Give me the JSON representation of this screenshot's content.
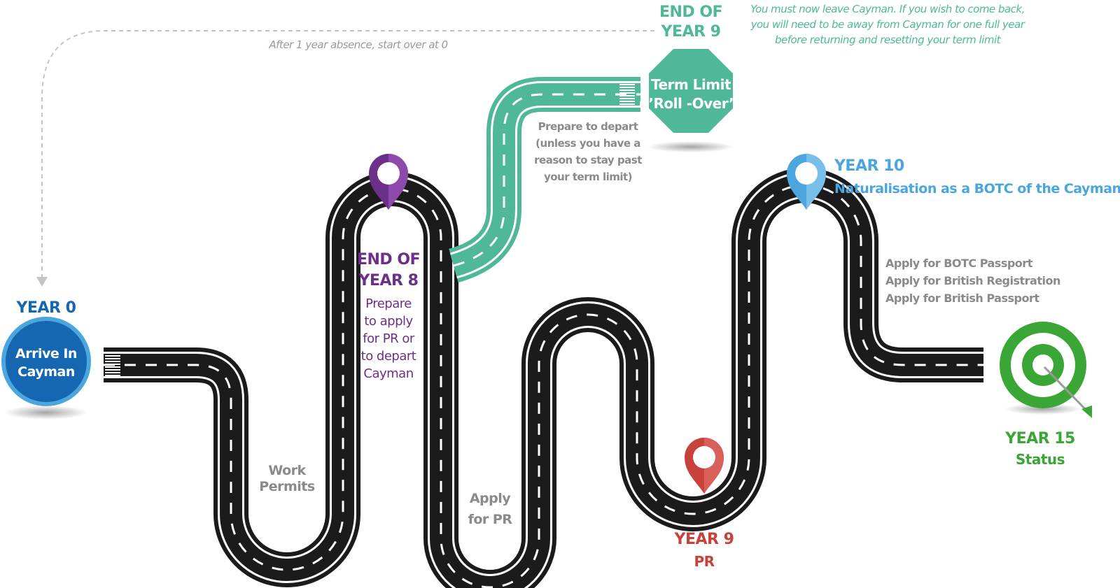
{
  "start": {
    "year": "YEAR 0",
    "circle_line1": "Arrive In",
    "circle_line2": "Cayman"
  },
  "work_permits": {
    "line1": "Work",
    "line2": "Permits"
  },
  "apply_pr": {
    "line1": "Apply",
    "line2": "for PR"
  },
  "end_year8": {
    "title1": "END OF",
    "title2": "YEAR 8",
    "desc": [
      "Prepare",
      "to apply",
      "for PR or",
      "to depart",
      "Cayman"
    ]
  },
  "prepare_depart": [
    "Prepare to depart",
    "(unless you have a",
    "reason to stay past",
    "your term limit)"
  ],
  "end_year9": {
    "title1": "END OF",
    "title2": "YEAR 9",
    "note": [
      "You must now leave Cayman. If you wish to come back,",
      "you will need to be away from Cayman for one full year",
      "before returning and resetting your term limit"
    ]
  },
  "term_limit": {
    "line1": "Term Limit",
    "line2": "(”Roll -Over”)"
  },
  "restart_note": "After 1 year absence, start over at 0",
  "year9_pr": {
    "title": "YEAR 9",
    "sub": "PR"
  },
  "year10": {
    "title": "YEAR 10",
    "sub": "Naturalisation as a BOTC of the Cayman Islands"
  },
  "botc_steps": [
    "Apply for BOTC Passport",
    "Apply for British Registration",
    "Apply for British Passport"
  ],
  "year15": {
    "title": "YEAR 15",
    "sub": "Status"
  },
  "colors": {
    "road": "#1b1b1b",
    "teal": "#4fb898",
    "purple": "#6c2f8a",
    "blue": "#1467b0",
    "light_blue": "#4aa6dd",
    "red": "#c8413a",
    "green": "#3aa635",
    "gray": "#8a8a8a"
  },
  "icons": [
    "map-pin-icon",
    "stop-sign-icon",
    "target-icon",
    "arrow-icon"
  ]
}
